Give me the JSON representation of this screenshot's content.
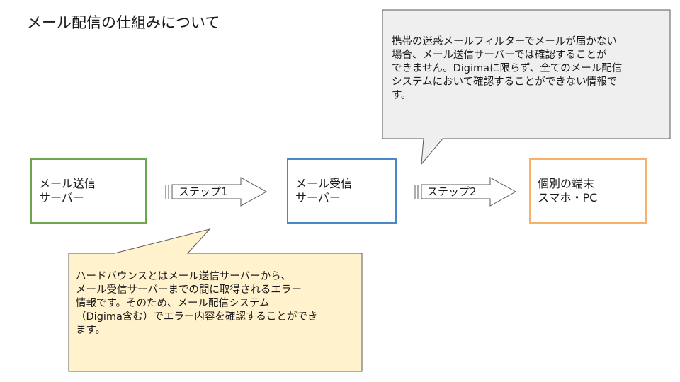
{
  "title": "メール配信の仕組みについて",
  "boxes": {
    "sender": [
      "メール送信",
      "サーバー"
    ],
    "receiver": [
      "メール受信",
      "サーバー"
    ],
    "device": [
      "個別の端末",
      "スマホ・PC"
    ]
  },
  "arrows": {
    "step1": "ステップ1",
    "step2": "ステップ2"
  },
  "callouts": {
    "top": [
      "携帯の迷惑メールフィルターでメールが届かない",
      "場合、メール送信サーバーでは確認することが",
      "できません。Digimaに限らず、全てのメール配信",
      "システムにおいて確認することができない情報で",
      "す。"
    ],
    "bottom": [
      "ハードバウンスとはメール送信サーバーから、",
      "メール受信サーバーまでの間に取得されるエラー",
      "情報です。そのため、メール配信システム",
      "（Digima含む）でエラー内容を確認することができ",
      "ます。"
    ]
  },
  "colors": {
    "sender_border": "#6aa84f",
    "receiver_border": "#4a86c8",
    "device_border": "#f6b26b",
    "top_callout_fill": "#efefef",
    "bottom_callout_fill": "#fff2cc"
  }
}
